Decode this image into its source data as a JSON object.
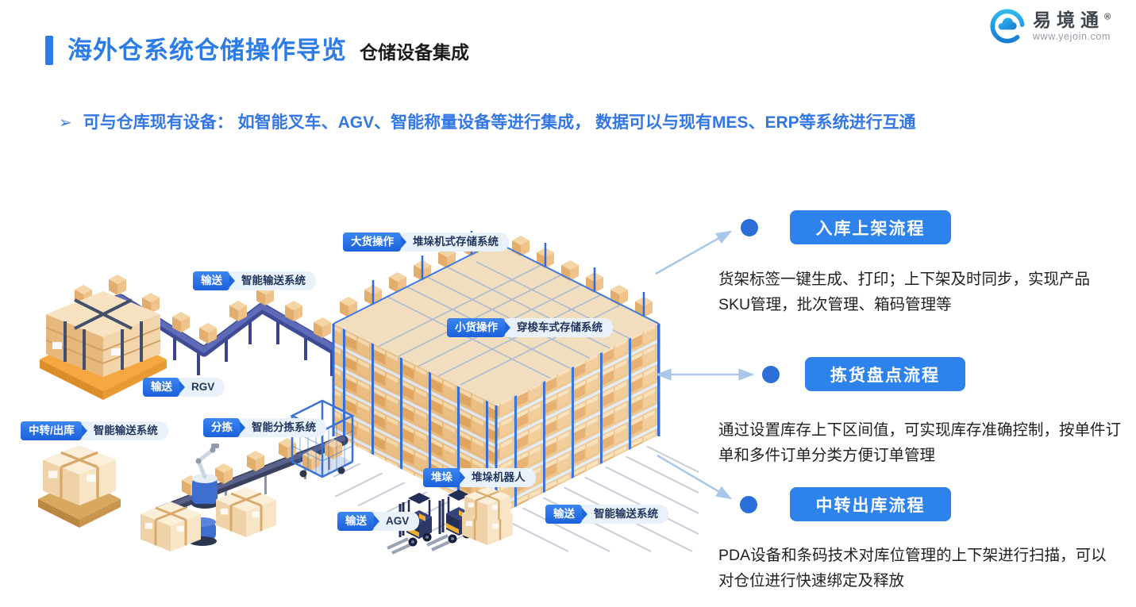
{
  "header": {
    "title": "海外仓系统仓储操作导览",
    "subtitle": "仓储设备集成",
    "logo": {
      "name": "易境通",
      "reg": "®",
      "url": "www.yejoin.com"
    }
  },
  "intro": {
    "bullet_glyph": "➢",
    "text": "可与仓库现有设备： 如智能叉车、AGV、智能称量设备等进行集成， 数据可以与现有MES、ERP等系统进行互通"
  },
  "illustration": {
    "labels": [
      {
        "tag": "大货操作",
        "name": "堆垛机式存储系统"
      },
      {
        "tag": "输送",
        "name": "智能输送系统"
      },
      {
        "tag": "小货操作",
        "name": "穿梭车式存储系统"
      },
      {
        "tag": "输送",
        "name": "RGV"
      },
      {
        "tag": "中转/出库",
        "name": "智能输送系统"
      },
      {
        "tag": "分拣",
        "name": "智能分拣系统"
      },
      {
        "tag": "堆垛",
        "name": "堆垛机器人"
      },
      {
        "tag": "输送",
        "name": "AGV"
      },
      {
        "tag": "输送",
        "name": "智能输送系统"
      }
    ]
  },
  "flows": [
    {
      "button": "入库上架流程",
      "desc": "货架标签一键生成、打印；上下架及时同步，实现产品SKU管理，批次管理、箱码管理等"
    },
    {
      "button": "拣货盘点流程",
      "desc": "通过设置库存上下区间值，可实现库存准确控制，按单件订单和多件订单分类方便订单管理"
    },
    {
      "button": "中转出库流程",
      "desc": "PDA设备和条码技术对库位管理的上下架进行扫描，可以对仓位进行快速绑定及释放"
    }
  ],
  "colors": {
    "title_blue": "#2B7CE6",
    "bullet_blue": "#3377E5",
    "button_blue": "#2E82EC",
    "tag_blue": "#1E66DE",
    "dot_blue": "#2B6FD8",
    "arrow_blue": "#A9C7EA",
    "box_tan": "#E9BE85",
    "rack_post_blue": "#2F6BD9",
    "conveyor_navy": "#414D96"
  }
}
